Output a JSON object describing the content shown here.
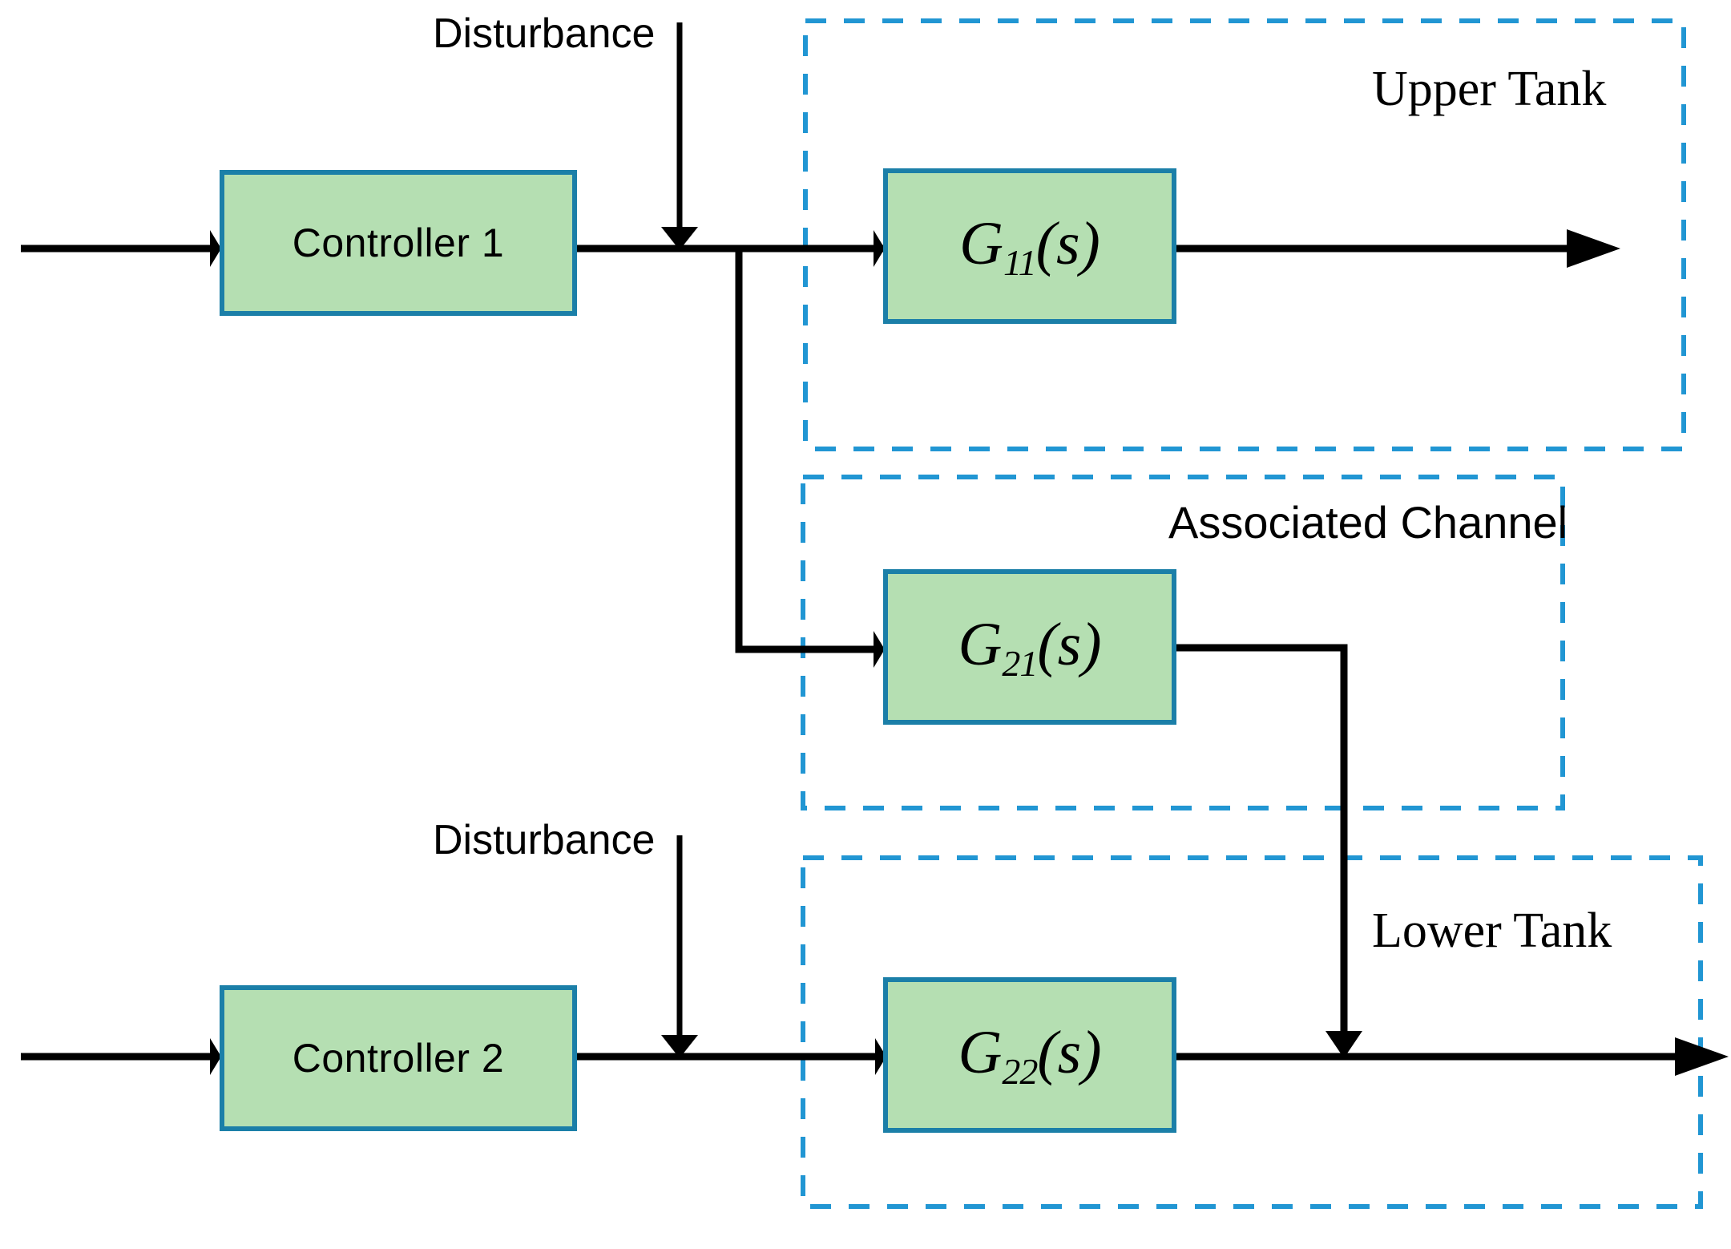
{
  "diagram": {
    "title": "Two-tank decentralized control block diagram",
    "colors": {
      "block_fill": "#b5dfb2",
      "block_stroke": "#1b7fa8",
      "dashed_region": "#2196d3",
      "wire": "#000000",
      "background": "#ffffff"
    },
    "blocks": [
      {
        "id": "controller1",
        "label": "Controller 1",
        "kind": "controller"
      },
      {
        "id": "controller2",
        "label": "Controller 2",
        "kind": "controller"
      },
      {
        "id": "g11",
        "label": "G",
        "subscript": "11",
        "arg": "(s)",
        "kind": "transfer-function"
      },
      {
        "id": "g21",
        "label": "G",
        "subscript": "21",
        "arg": "(s)",
        "kind": "transfer-function"
      },
      {
        "id": "g22",
        "label": "G",
        "subscript": "22",
        "arg": "(s)",
        "kind": "transfer-function"
      }
    ],
    "regions": [
      {
        "id": "upper-tank",
        "label": "Upper Tank"
      },
      {
        "id": "associated-channel",
        "label": "Associated Channel"
      },
      {
        "id": "lower-tank",
        "label": "Lower Tank"
      }
    ],
    "signals": [
      {
        "id": "disturbance-1",
        "label": "Disturbance"
      },
      {
        "id": "disturbance-2",
        "label": "Disturbance"
      }
    ]
  }
}
